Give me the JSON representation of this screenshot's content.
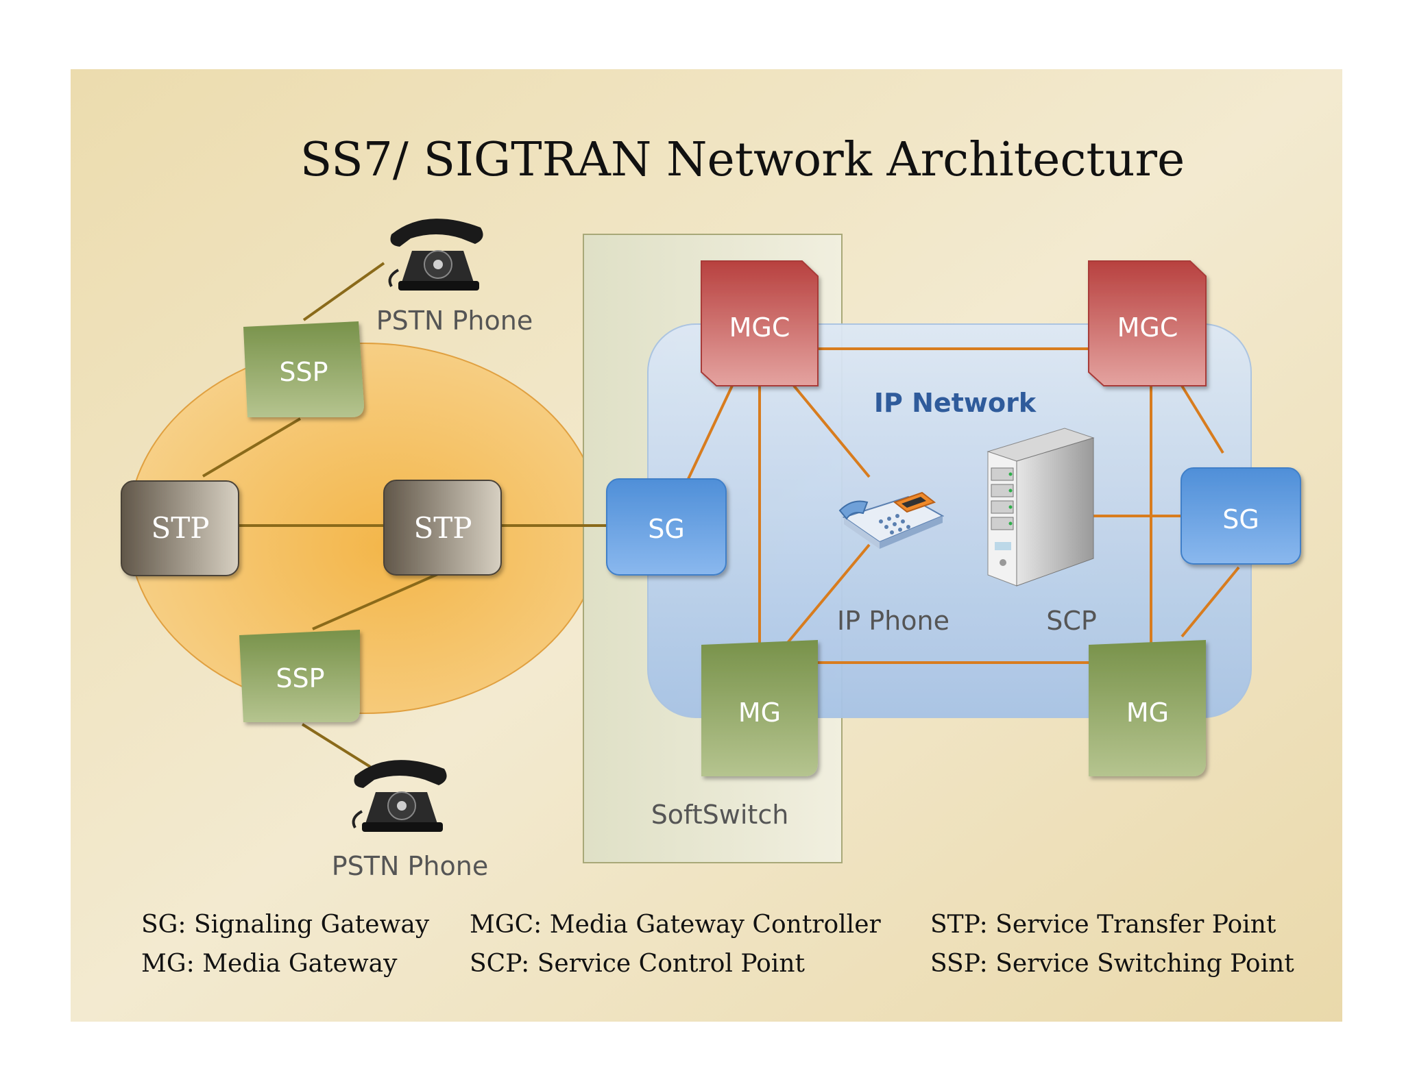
{
  "title": "SS7/ SIGTRAN Network Architecture",
  "nodes": {
    "ssp_top": "SSP",
    "ssp_bottom": "SSP",
    "stp_left": "STP",
    "stp_right": "STP",
    "sg_left": "SG",
    "sg_right": "SG",
    "mgc_left": "MGC",
    "mgc_right": "MGC",
    "mg_left": "MG",
    "mg_right": "MG"
  },
  "labels": {
    "pstn_phone_top": "PSTN Phone",
    "pstn_phone_bottom": "PSTN Phone",
    "ip_network": "IP Network",
    "ip_phone": "IP Phone",
    "scp": "SCP",
    "softswitch": "SoftSwitch"
  },
  "legend": [
    "SG: Signaling Gateway",
    "MG: Media Gateway",
    "MGC: Media Gateway Controller",
    "SCP: Service Control Point",
    "STP: Service Transfer Point",
    "SSP: Service Switching Point"
  ],
  "colors": {
    "link": "#d87c1e",
    "ss7_link": "#8a6a1a",
    "mgc": "#c0504d",
    "mg_ssp": "#8aa05a",
    "sg": "#5b9bd5",
    "stp": "#7d7466",
    "ip_network_text": "#2f5b9b"
  }
}
